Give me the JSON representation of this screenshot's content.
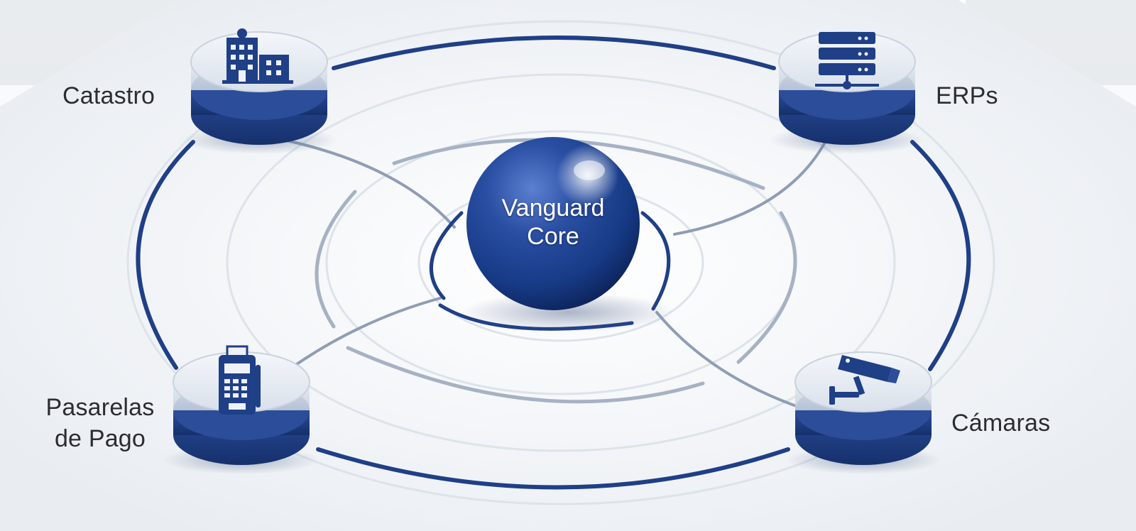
{
  "core": {
    "line1": "Vanguard",
    "line2": "Core",
    "color": "#1f3f87"
  },
  "nodes": [
    {
      "id": "catastro",
      "label_lines": [
        "Catastro"
      ],
      "icon": "building-icon"
    },
    {
      "id": "erps",
      "label_lines": [
        "ERPs"
      ],
      "icon": "server-icon"
    },
    {
      "id": "pasarelas",
      "label_lines": [
        "Pasarelas",
        "de Pago"
      ],
      "icon": "payment-terminal-icon"
    },
    {
      "id": "camaras",
      "label_lines": [
        "Cámaras"
      ],
      "icon": "security-camera-icon"
    }
  ],
  "colors": {
    "accent": "#1f3f87",
    "accent_dark": "#14306e",
    "link_light": "#9aa8bf",
    "background": "#f3f5f8",
    "label": "#2b2d33"
  }
}
